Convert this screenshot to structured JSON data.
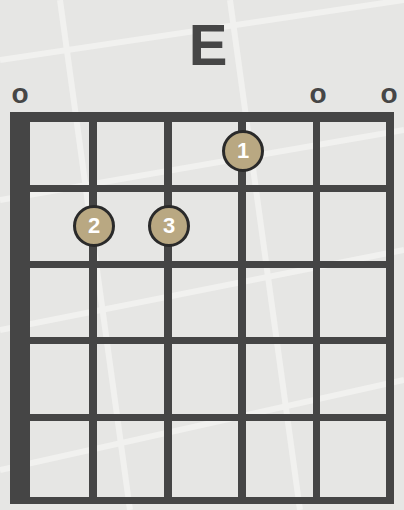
{
  "diagram": {
    "title": "E",
    "nodes": [
      {
        "text": [
          "1"
        ]
      },
      {
        "text": [
          "2"
        ]
      },
      {
        "text": [
          "3"
        ]
      }
    ],
    "labels": [
      "o",
      "o",
      "o"
    ]
  }
}
